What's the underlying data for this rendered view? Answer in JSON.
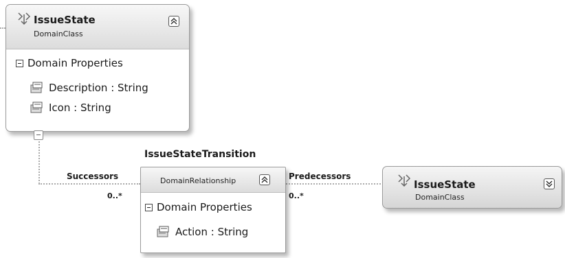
{
  "colors": {
    "header_gradient_top": "#f7f7f7",
    "header_gradient_bottom": "#dcdcdc",
    "connector": "#aaaaaa"
  },
  "issue_state_expanded": {
    "title": "IssueState",
    "subtitle": "DomainClass",
    "icon": "domain-class-icon",
    "toggle_icon": "collapse-chevrons-icon",
    "compartment": "Domain Properties",
    "properties": [
      "Description : String",
      "Icon : String"
    ]
  },
  "relationship": {
    "title": "IssueStateTransition",
    "subtitle": "DomainRelationship",
    "toggle_icon": "collapse-chevrons-icon",
    "compartment": "Domain Properties",
    "properties": [
      "Action : String"
    ]
  },
  "issue_state_collapsed": {
    "title": "IssueState",
    "subtitle": "DomainClass",
    "icon": "domain-class-icon",
    "toggle_icon": "expand-chevrons-icon"
  },
  "roles": {
    "successors_label": "Successors",
    "successors_multiplicity": "0..*",
    "predecessors_label": "Predecessors",
    "predecessors_multiplicity": "0..*"
  }
}
